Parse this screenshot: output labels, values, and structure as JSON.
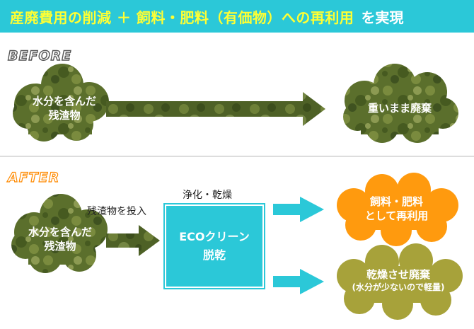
{
  "header": {
    "title_main": "産廃費用の削減 ＋ 飼料・肥料（有価物）への再利用",
    "title_suffix": "を実現"
  },
  "before": {
    "label": "BEFORE",
    "source": [
      "水分を含んだ",
      "残渣物"
    ],
    "result": "重いまま廃棄"
  },
  "after": {
    "label": "AFTER",
    "input_caption": "残渣物を投入",
    "process_caption": "浄化・乾燥",
    "source": [
      "水分を含んだ",
      "残渣物"
    ],
    "machine": [
      "ECOクリーン",
      "脱乾"
    ],
    "result_reuse": [
      "飼料・肥料",
      "として再利用"
    ],
    "result_dispose": [
      "乾燥させ廃棄",
      "(水分が少ないので軽量)"
    ]
  },
  "colors": {
    "banner": "#2bc8d8",
    "banner_text": "#ffff33",
    "camo_dark": "#4a5f24",
    "camo_mid": "#6e8038",
    "camo_light": "#8c9a52",
    "orange": "#ff9a0e",
    "olive": "#a7a23a",
    "cyan": "#2bc8d8"
  }
}
